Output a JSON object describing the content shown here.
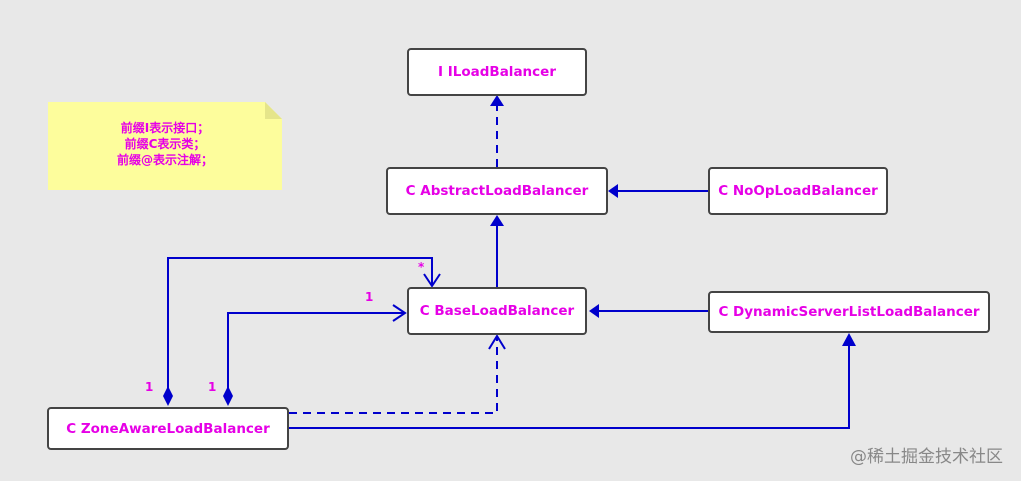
{
  "note": {
    "lines": [
      "前缀I表示接口；",
      "前缀C表示类；",
      "前缀@表示注解；"
    ],
    "background": "#fdfd9c"
  },
  "classes": {
    "iloadbalancer": "I ILoadBalancer",
    "abstract": "C AbstractLoadBalancer",
    "noop": "C NoOpLoadBalancer",
    "base": "C BaseLoadBalancer",
    "dynamic": "C DynamicServerListLoadBalancer",
    "zone": "C ZoneAwareLoadBalancer"
  },
  "multiplicities": {
    "star": "*",
    "one_base": "1",
    "one_left": "1",
    "one_right": "1"
  },
  "watermark": "@稀土掘金技术社区",
  "colors": {
    "connector": "#0000cc",
    "label": "#e600e6",
    "box_border": "#444444"
  }
}
